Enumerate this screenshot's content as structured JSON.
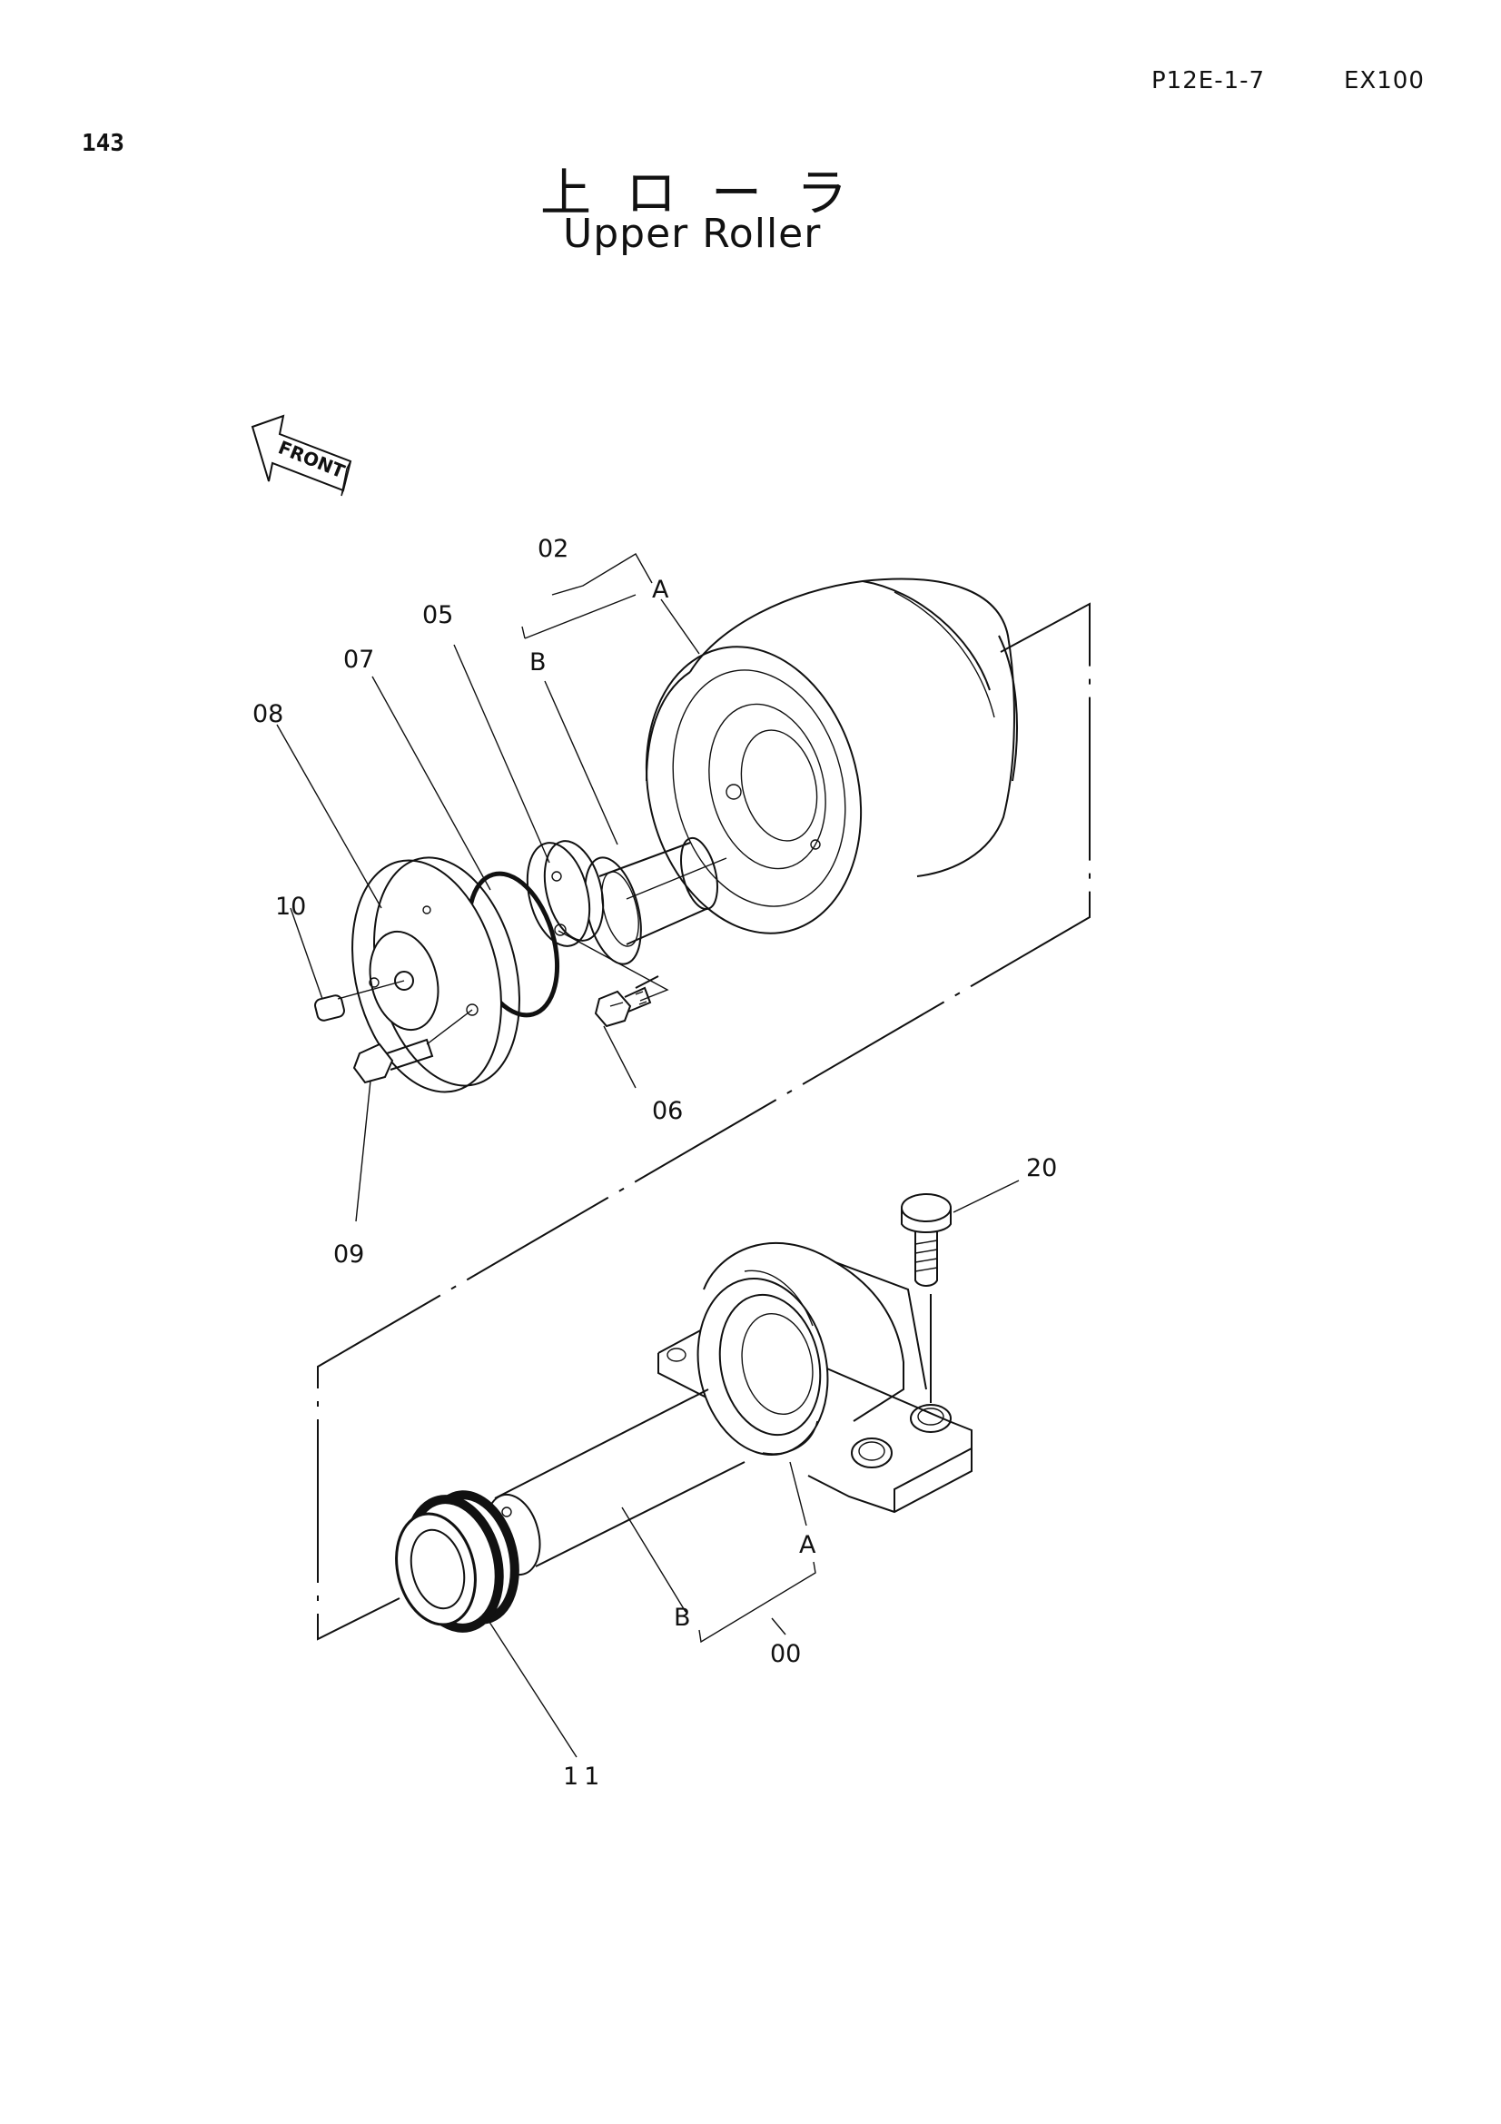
{
  "header": {
    "page_number": "143",
    "code": "P12E-1-7",
    "model": "EX100",
    "title_jp": "上ローラ",
    "title_en": "Upper Roller"
  },
  "front_arrow": {
    "label": "FRONT",
    "icon": "front-arrow-icon"
  },
  "callouts": {
    "c00": "00",
    "c02": "02",
    "c05": "05",
    "c06": "06",
    "c07": "07",
    "c08": "08",
    "c09": "09",
    "c10": "10",
    "c11": "11",
    "c20": "20",
    "a_top": "A",
    "b_top": "B",
    "a_bottom": "A",
    "b_bottom": "B"
  }
}
